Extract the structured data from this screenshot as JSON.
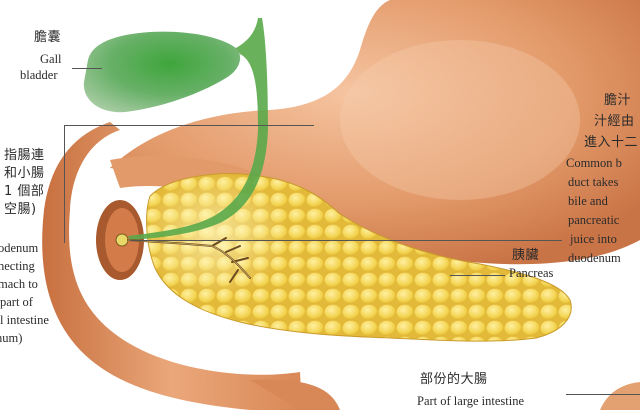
{
  "labels": {
    "gallbladder": {
      "zh": "膽囊",
      "en_line1": "Gall",
      "en_line2": "bladder"
    },
    "duodenum": {
      "zh_lines": [
        "指腸連",
        "和小腸",
        "1 個部",
        "空腸)"
      ],
      "en_lines": [
        "odenum",
        "necting",
        "mach to",
        "part of",
        "l intestine",
        "num)"
      ]
    },
    "common_bile_duct": {
      "zh_lines": [
        "膽汁",
        "汁經由",
        "進入十二"
      ],
      "en_lines": [
        "Common b",
        "duct takes",
        "bile and",
        "pancreatic",
        "juice into",
        "duodenum"
      ]
    },
    "pancreas": {
      "zh": "胰臟",
      "en": "Pancreas"
    },
    "large_intestine": {
      "zh": "部份的大腸",
      "en": "Part of large intestine"
    }
  },
  "colors": {
    "stomach": "#d9895a",
    "pancreas": "#f0d24a",
    "gallbladder": "#3f9a3c",
    "bile_duct": "#5aa84a"
  }
}
